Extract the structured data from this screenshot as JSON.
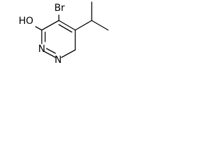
{
  "molecule": {
    "atom_labels": {
      "hydroxyl": "HO",
      "bromine": "Br",
      "nitrogen_upper": "N",
      "nitrogen_lower": "N"
    },
    "bond_count": 13,
    "colors": {
      "bond": "#000000",
      "label": "#000000",
      "background": "#ffffff"
    }
  }
}
